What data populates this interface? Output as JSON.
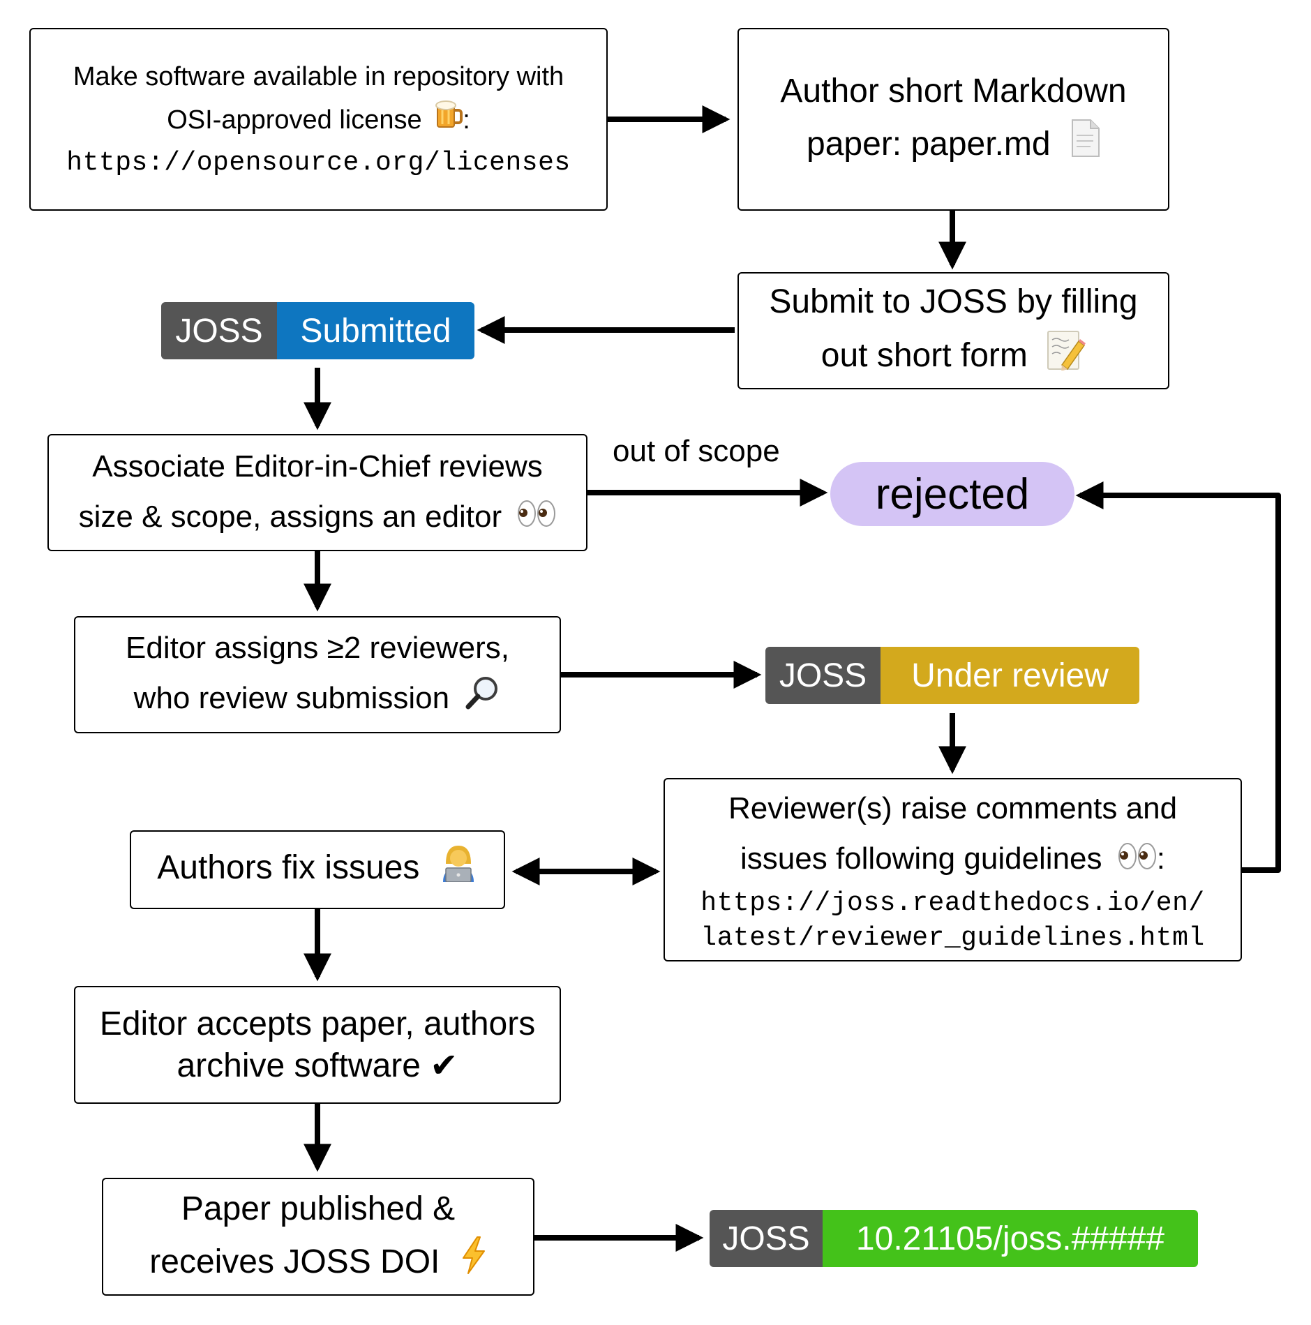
{
  "boxes": {
    "make_software": {
      "line1": "Make software available in repository with",
      "line2": "OSI-approved license",
      "line2_suffix": ":",
      "url": "https://opensource.org/licenses"
    },
    "author_paper": {
      "line1": "Author short Markdown",
      "line2": "paper: paper.md"
    },
    "submit_form": {
      "line1": "Submit to JOSS by filling",
      "line2": "out short form"
    },
    "eic_review": {
      "line1": "Associate Editor-in-Chief reviews",
      "line2": "size & scope, assigns an editor"
    },
    "editor_assigns": {
      "line1": "Editor assigns ≥2 reviewers,",
      "line2": "who review submission"
    },
    "reviewers_comment": {
      "line1": "Reviewer(s) raise comments and",
      "line2": "issues following guidelines",
      "line2_suffix": ":",
      "url1": "https://joss.readthedocs.io/en/",
      "url2": "latest/reviewer_guidelines.html"
    },
    "authors_fix": {
      "line1": "Authors fix issues"
    },
    "editor_accepts": {
      "line1": "Editor accepts paper, authors",
      "line2": "archive software ✔"
    },
    "published": {
      "line1": "Paper published &",
      "line2": "receives JOSS DOI"
    }
  },
  "badges": {
    "submitted": {
      "left": "JOSS",
      "right": "Submitted",
      "color": "#0e76c0"
    },
    "under_review": {
      "left": "JOSS",
      "right": "Under review",
      "color": "#d3a91d"
    },
    "doi": {
      "left": "JOSS",
      "right": "10.21105/joss.#####",
      "color": "#44c21a"
    }
  },
  "rejected": {
    "label": "rejected",
    "color": "#d4c4f5"
  },
  "edge_labels": {
    "out_of_scope": "out of scope"
  },
  "icons": [
    "beer-mug-icon",
    "document-icon",
    "memo-pencil-icon",
    "eyes-icon",
    "magnifier-icon",
    "person-laptop-icon",
    "lightning-icon"
  ]
}
